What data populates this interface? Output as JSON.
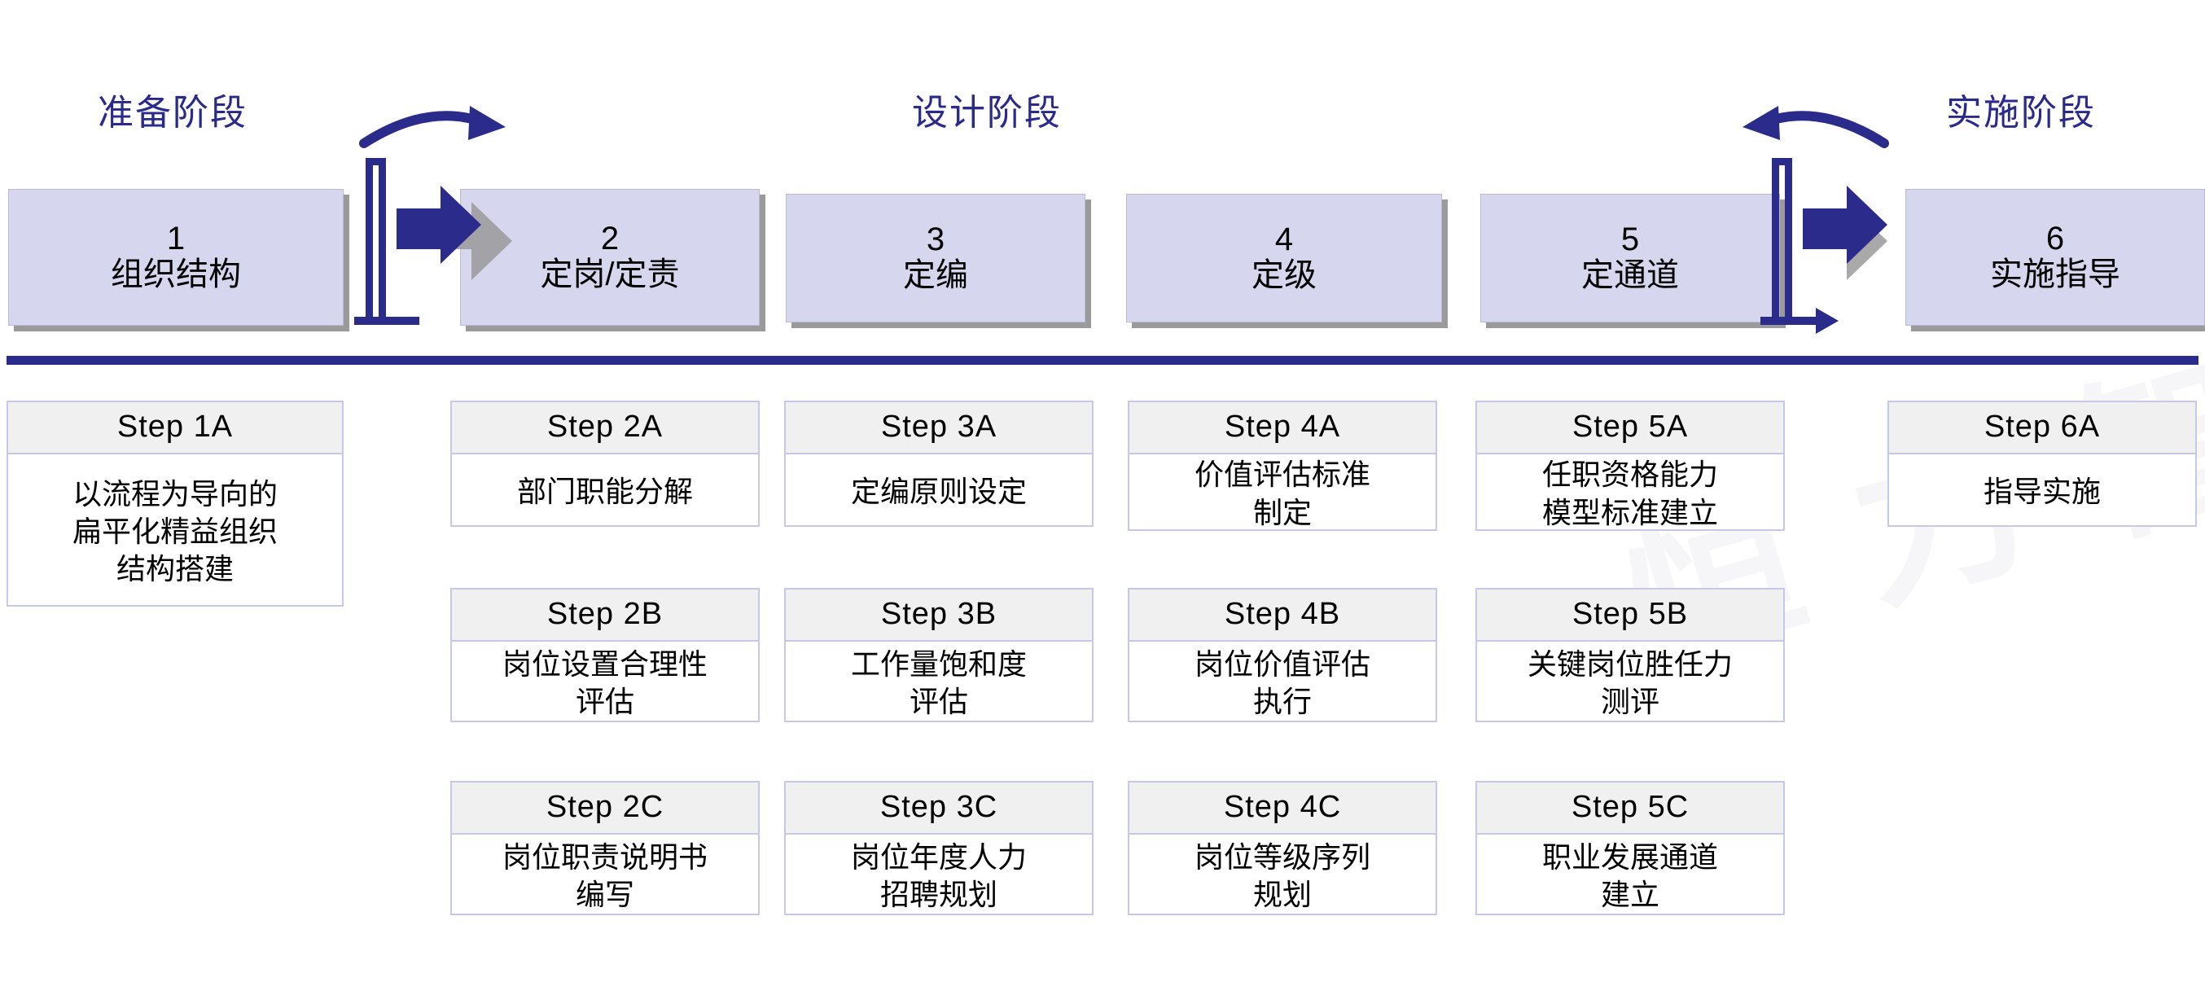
{
  "watermark": {
    "text": "恒 力 智"
  },
  "colors": {
    "phase_label": "#2A2A8C",
    "process_box_fill": "#D6D7EF",
    "process_box_border": "#B9BAD8",
    "process_box_shadow": "#9A9A9A",
    "divider": "#2B2B8C",
    "connector_blue": "#2B2B8C",
    "card_border": "#C6C7E9",
    "card_head_bg": "#F0F0F0",
    "card_body_bg": "#FFFFFF",
    "text": "#000000"
  },
  "phases": [
    {
      "id": "prepare",
      "label": "准备阶段"
    },
    {
      "id": "design",
      "label": "设计阶段"
    },
    {
      "id": "implement",
      "label": "实施阶段"
    }
  ],
  "process_boxes": [
    {
      "num": "1",
      "title": "组织结构"
    },
    {
      "num": "2",
      "title": "定岗/定责"
    },
    {
      "num": "3",
      "title": "定编"
    },
    {
      "num": "4",
      "title": "定级"
    },
    {
      "num": "5",
      "title": "定通道"
    },
    {
      "num": "6",
      "title": "实施指导"
    }
  ],
  "connectors": [
    {
      "id": "connector-1-2",
      "direction": "right",
      "curve": "arc-right"
    },
    {
      "id": "connector-5-6",
      "direction": "right",
      "curve": "arc-left"
    }
  ],
  "columns": [
    {
      "id": "col-1",
      "cards": [
        {
          "step": "Step 1A",
          "text": "以流程为导向的\n扁平化精益组织\n结构搭建"
        }
      ]
    },
    {
      "id": "col-2",
      "cards": [
        {
          "step": "Step 2A",
          "text": "部门职能分解"
        },
        {
          "step": "Step 2B",
          "text": "岗位设置合理性\n评估"
        },
        {
          "step": "Step 2C",
          "text": "岗位职责说明书\n编写"
        }
      ]
    },
    {
      "id": "col-3",
      "cards": [
        {
          "step": "Step 3A",
          "text": "定编原则设定"
        },
        {
          "step": "Step 3B",
          "text": "工作量饱和度\n评估"
        },
        {
          "step": "Step 3C",
          "text": "岗位年度人力\n招聘规划"
        }
      ]
    },
    {
      "id": "col-4",
      "cards": [
        {
          "step": "Step 4A",
          "text": "价值评估标准\n制定"
        },
        {
          "step": "Step 4B",
          "text": "岗位价值评估\n执行"
        },
        {
          "step": "Step 4C",
          "text": "岗位等级序列\n规划"
        }
      ]
    },
    {
      "id": "col-5",
      "cards": [
        {
          "step": "Step 5A",
          "text": "任职资格能力\n模型标准建立"
        },
        {
          "step": "Step 5B",
          "text": "关键岗位胜任力\n测评"
        },
        {
          "step": "Step 5C",
          "text": "职业发展通道\n建立"
        }
      ]
    },
    {
      "id": "col-6",
      "cards": [
        {
          "step": "Step 6A",
          "text": "指导实施"
        }
      ]
    }
  ]
}
